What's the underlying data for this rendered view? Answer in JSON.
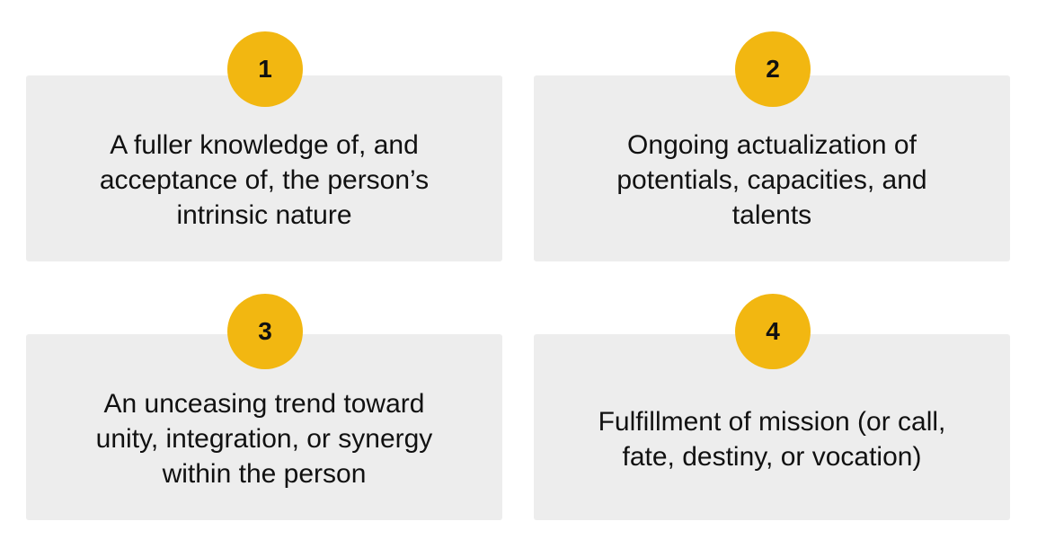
{
  "colors": {
    "badge": "#f2b711",
    "card": "#ededed",
    "text": "#111111"
  },
  "items": [
    {
      "number": "1",
      "text": "A fuller knowledge of, and\nacceptance of, the person’s\nintrinsic nature"
    },
    {
      "number": "2",
      "text": "Ongoing actualization of\npotentials, capacities, and\ntalents"
    },
    {
      "number": "3",
      "text": "An unceasing trend toward\nunity, integration, or synergy\nwithin the person"
    },
    {
      "number": "4",
      "text": "Fulfillment of mission (or call,\nfate, destiny, or vocation)"
    }
  ]
}
